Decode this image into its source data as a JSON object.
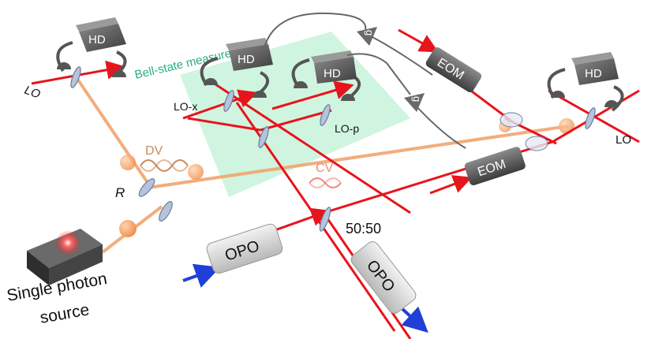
{
  "region": {
    "label": "Bell-state measurement",
    "color": "#22b07a"
  },
  "detectors": [
    {
      "id": "hd-topleft",
      "label": "HD"
    },
    {
      "id": "hd-bsm-left",
      "label": "HD"
    },
    {
      "id": "hd-bsm-right",
      "label": "HD"
    },
    {
      "id": "hd-right",
      "label": "HD"
    }
  ],
  "labels": {
    "lo_left": "LO",
    "lo_x": "LO-x",
    "lo_p": "LO-p",
    "lo_right": "LO",
    "dv": "DV",
    "cv": "CV",
    "r": "R",
    "splitter": "50:50",
    "source_line1": "Single photon",
    "source_line2": "source"
  },
  "gains": {
    "top": "g",
    "middle": "g"
  },
  "eoms": {
    "top": "EOM",
    "bottom": "EOM"
  },
  "opos": {
    "left": "OPO",
    "right": "OPO"
  },
  "colors": {
    "laser_red": "#e8141c",
    "pump_blue": "#1f3fd6",
    "single_photon_orange": "#f0a56e",
    "device_gray": "#555555",
    "opo_body": "#d8d8d8",
    "cv_wave": "#f0877f",
    "dv_wave": "#c98b5e"
  }
}
